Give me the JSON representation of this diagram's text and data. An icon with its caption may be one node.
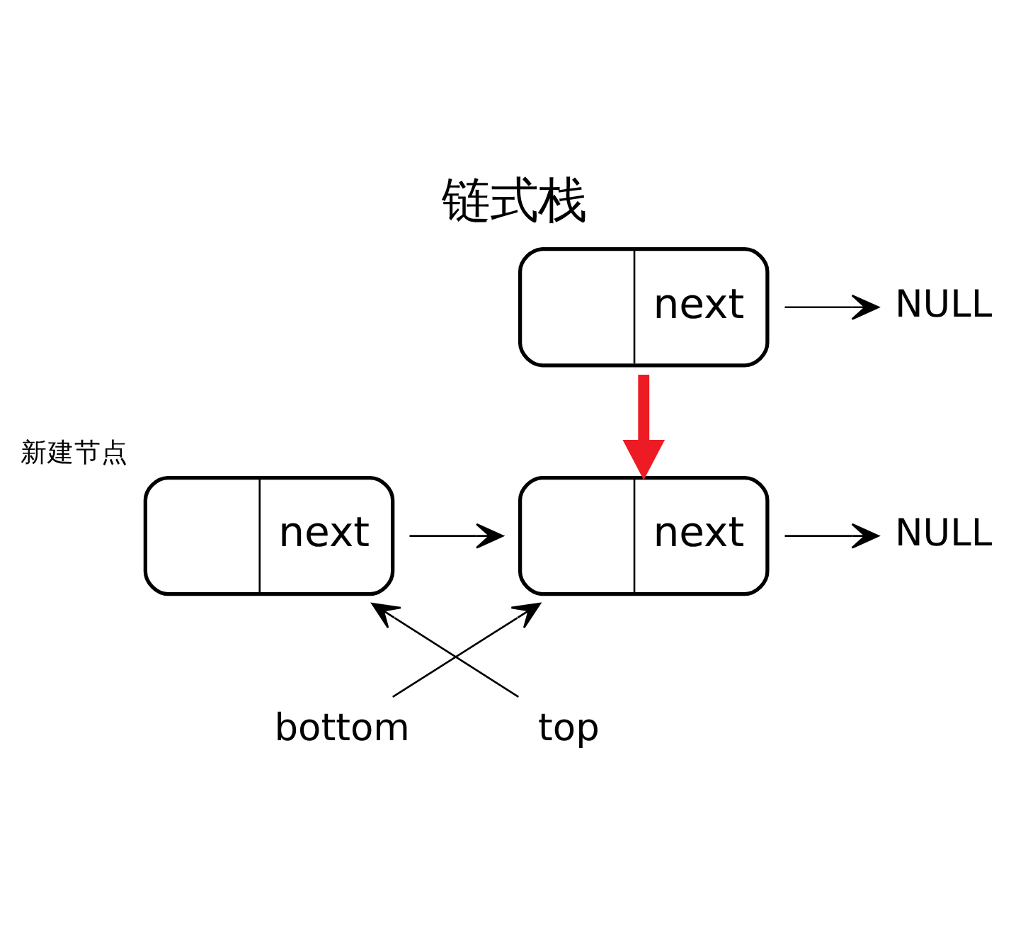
{
  "diagram": {
    "title": "链式栈",
    "nodes": [
      {
        "text": [
          "next"
        ]
      },
      {
        "text": [
          "NULL"
        ]
      },
      {
        "text": [
          "next"
        ],
        "beside": [
          "新建节点"
        ]
      },
      {
        "text": [
          "next"
        ]
      },
      {
        "text": [
          "NULL"
        ]
      },
      {
        "text": [
          "top"
        ]
      },
      {
        "text": [
          "bottom"
        ]
      }
    ],
    "edges": [
      {
        "from": 0,
        "to": 1,
        "arrow": "to"
      },
      {
        "from": 0,
        "to": 3,
        "arrow": "to",
        "style": "thick",
        "color": "#ed1c24"
      },
      {
        "from": 2,
        "to": 3,
        "arrow": "to"
      },
      {
        "from": 3,
        "to": 4,
        "arrow": "to"
      },
      {
        "from": 5,
        "to": 2,
        "arrow": "to"
      },
      {
        "from": 6,
        "to": 3,
        "arrow": "to"
      }
    ]
  }
}
